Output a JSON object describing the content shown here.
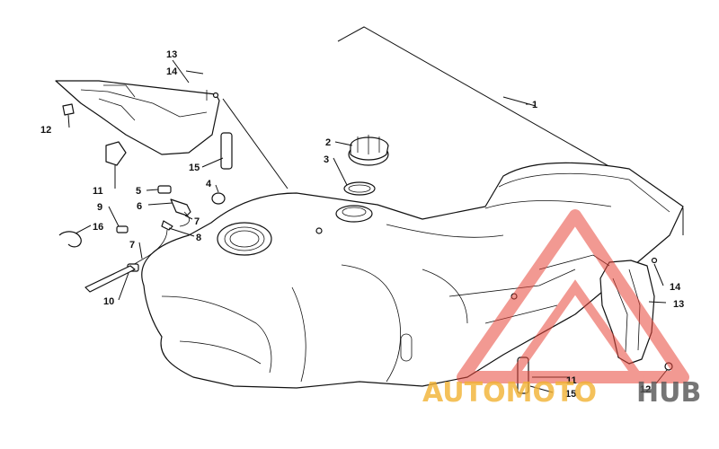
{
  "diagram": {
    "callouts": [
      "1",
      "2",
      "3",
      "4",
      "5",
      "6",
      "7",
      "7",
      "8",
      "9",
      "10",
      "11",
      "11",
      "12",
      "12",
      "13",
      "13",
      "14",
      "14",
      "15",
      "15",
      "16"
    ]
  },
  "watermark": {
    "brand_a": "AUTOMOTO",
    "brand_b": "HUB",
    "colors": {
      "accent": "#f2b233",
      "triangle": "#e8463a",
      "dark": "#555555"
    }
  }
}
